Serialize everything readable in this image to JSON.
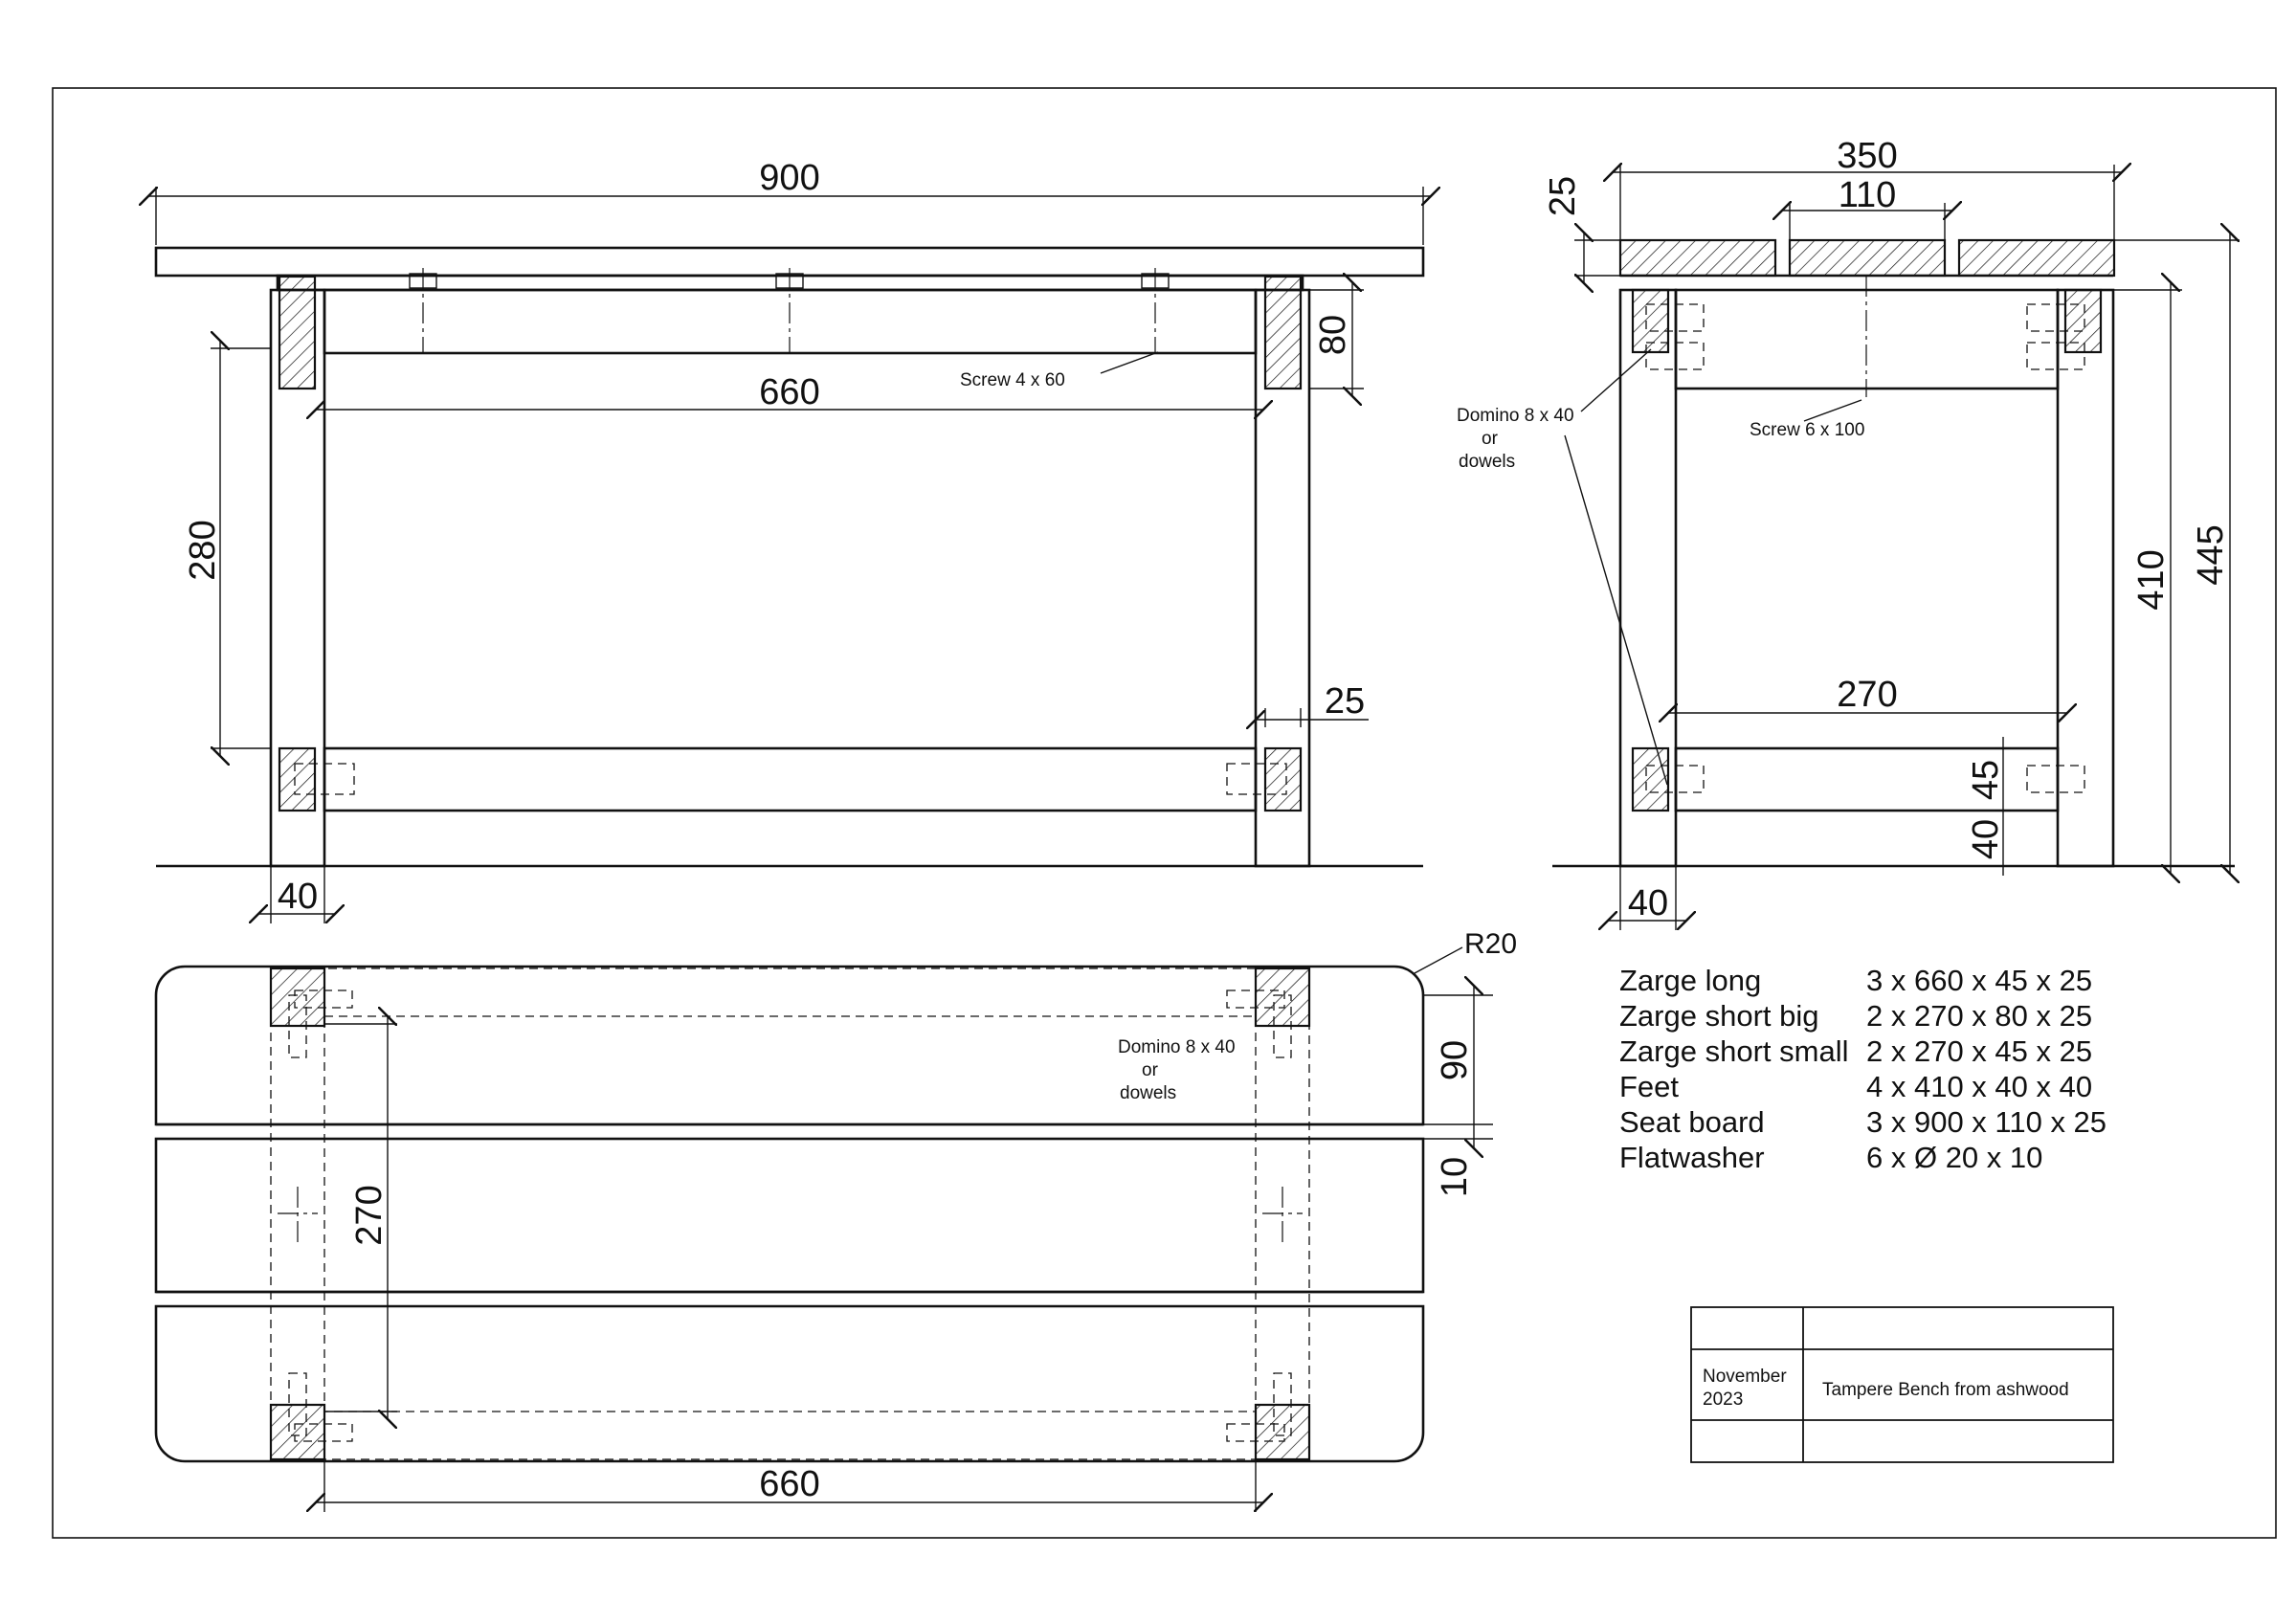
{
  "title_block": {
    "date_line1": "November",
    "date_line2": "2023",
    "title": "Tampere Bench from ashwood"
  },
  "front_view": {
    "dim_overall_length": "900",
    "dim_inner_length": "660",
    "dim_stretcher_height": "80",
    "dim_leg_opening": "280",
    "dim_leg_thickness": "25",
    "dim_leg_width": "40",
    "note_screw": "Screw  4 x 60"
  },
  "side_view": {
    "dim_width": "350",
    "dim_board_width": "110",
    "dim_board_thickness": "25",
    "dim_leg_height": "410",
    "dim_total_height": "445",
    "dim_inner_width": "270",
    "dim_rail_height": "45",
    "dim_rail_offset": "40",
    "dim_leg_width": "40",
    "note_domino_line1": "Domino 8 x 40",
    "note_domino_line2": "or",
    "note_domino_line3": "dowels",
    "note_screw": "Screw  6 x 100"
  },
  "plan_view": {
    "dim_radius": "R20",
    "dim_board_width": "90",
    "dim_gap": "10",
    "dim_inner_width": "270",
    "dim_inner_length": "660",
    "note_domino_line1": "Domino 8 x 40",
    "note_domino_line2": "or",
    "note_domino_line3": "dowels"
  },
  "parts_list": [
    {
      "name": "Zarge long",
      "spec": "3  x  660 x 45  x 25"
    },
    {
      "name": "Zarge short big",
      "spec": "2 x  270 x 80 x 25"
    },
    {
      "name": "Zarge short small",
      "spec": "2  x  270 x 45  x 25"
    },
    {
      "name": "Feet",
      "spec": "4  x  410 x 40 x 40"
    },
    {
      "name": "Seat board",
      "spec": "3  x  900 x 110 x 25"
    },
    {
      "name": "Flatwasher",
      "spec": "6 x Ø 20 x 10"
    }
  ]
}
